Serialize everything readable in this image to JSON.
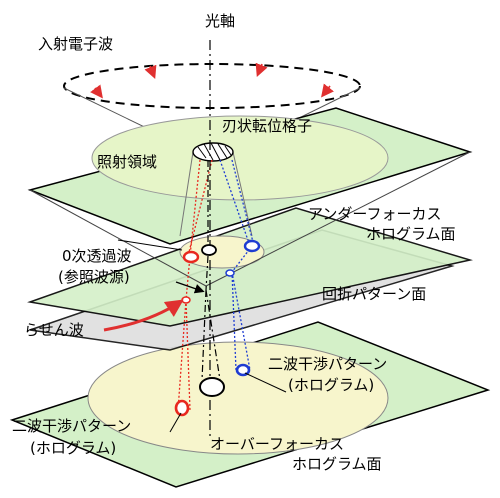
{
  "labels": {
    "optical_axis": "光軸",
    "incident_wave": "入射電子波",
    "edge_dislocation": "刃状転位格子",
    "illuminated_region": "照射領域",
    "underfocus_line1": "アンダーフォーカス",
    "underfocus_line2": "ホログラム面",
    "zero_order_line1": "0次透過波",
    "zero_order_line2": "(参照波源)",
    "diffraction_plane": "回折パターン面",
    "spiral_wave": "らせん波",
    "interference_right_line1": "二波干渉パターン",
    "interference_right_line2": "(ホログラム)",
    "interference_left_line1": "二波干渉パターン",
    "interference_left_line2": "(ホログラム)",
    "overfocus_line1": "オーバーフォーカス",
    "overfocus_line2": "ホログラム面"
  },
  "colors": {
    "plane_green": "#d4f0c8",
    "plane_gray": "#dcdcdc",
    "ellipse_yellow": "#f7f5cc",
    "red_beam": "#e8281e",
    "blue_beam": "#1e3cd2",
    "arrow_red": "#e03030"
  }
}
